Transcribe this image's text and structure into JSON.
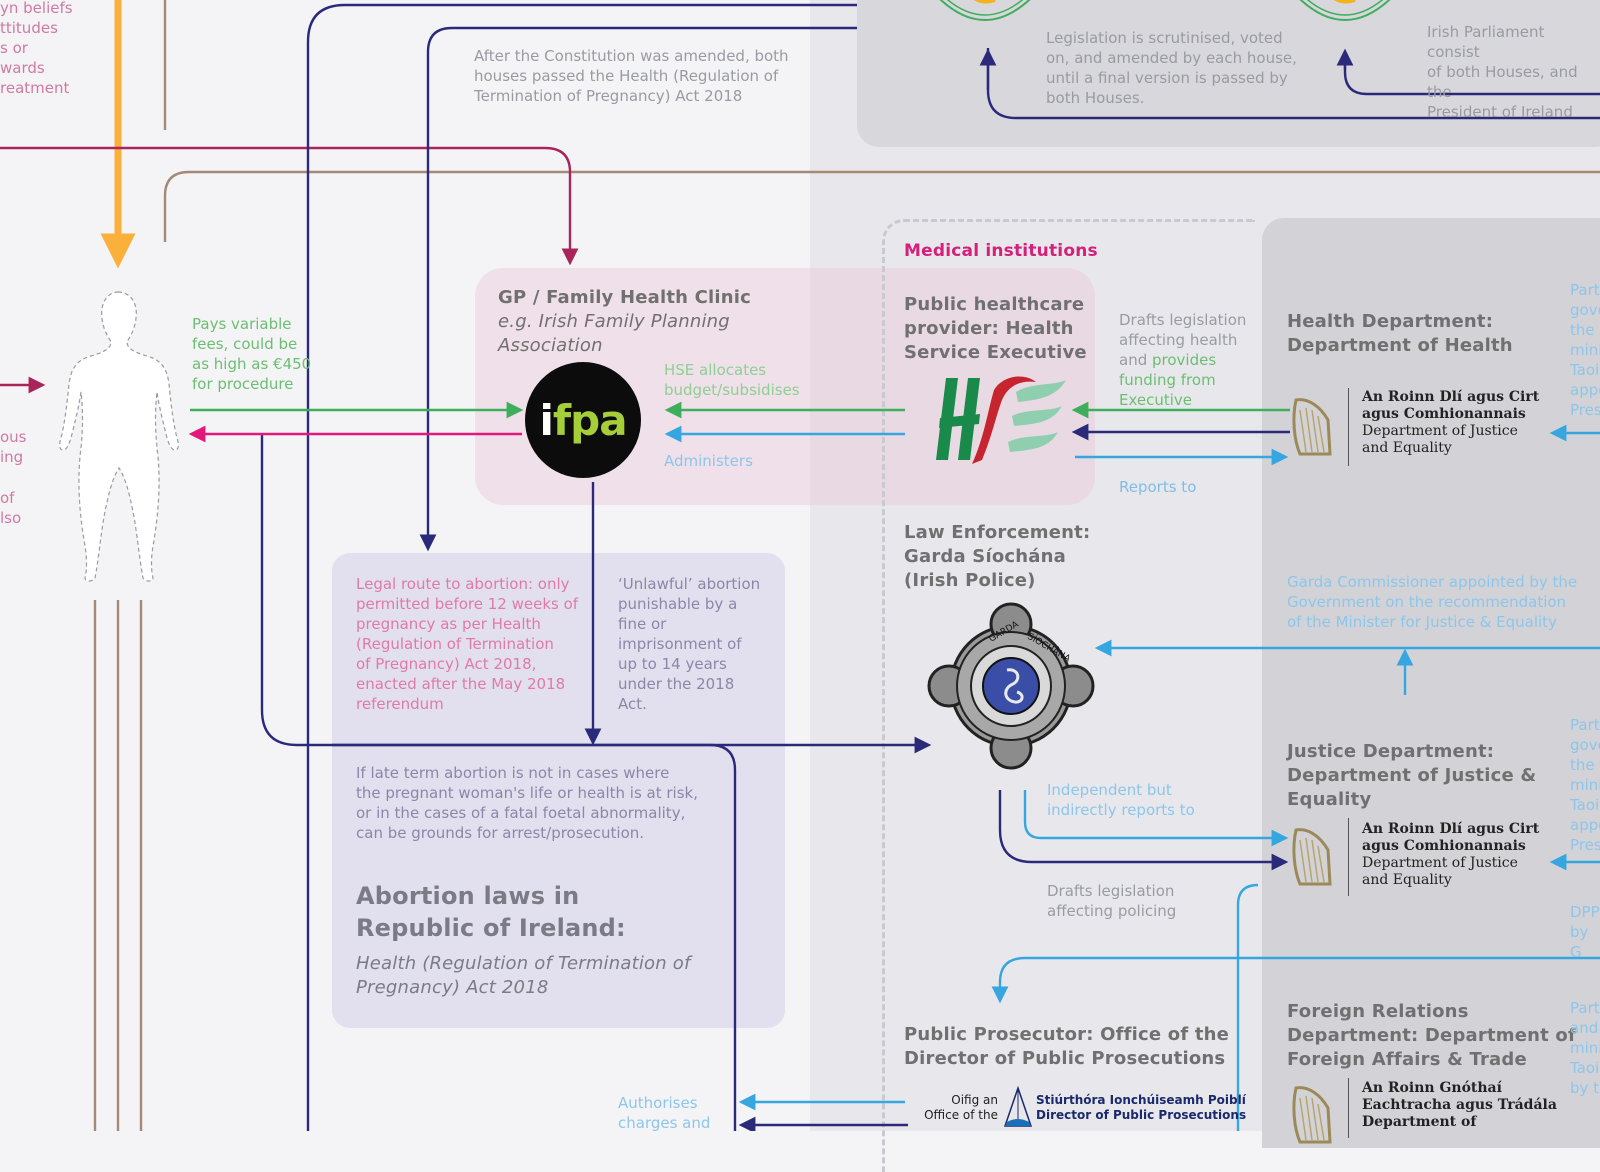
{
  "left_fragments": {
    "top": "yn beliefs\nttitudes\ns or\nwards\nreatment",
    "mid": "ous\ning",
    "low": "of\nlso"
  },
  "parliament": {
    "text1": "Legislation is scrutinised, voted\non, and amended by each house,\nuntil a final version is passed by\nboth Houses.",
    "text2": "Irish Parliament consist\nof both Houses, and the\nPresident of Ireland"
  },
  "constitution_note": "After the Constitution was amended, both\nhouses passed the Health (Regulation of\nTermination of Pregnancy) Act 2018",
  "patient": {
    "pays_label": "Pays variable\nfees, could be\nas high as €450\nfor procedure"
  },
  "clinic": {
    "title": "GP / Family Health Clinic",
    "subtitle": "e.g. Irish Family Planning\nAssociation",
    "logo_text_i": "i",
    "logo_text_rest": "fpa",
    "hse_allocates": "HSE allocates\nbudget/subsidises",
    "administers": "Administers"
  },
  "medical": {
    "section_label": "Medical institutions",
    "hse_title": "Public healthcare\nprovider: Health\nService Executive",
    "drafts_text_a": "Drafts legislation\naffecting health\nand ",
    "drafts_text_b": "provides\nfunding from\nExecutive",
    "reports_to": "Reports to"
  },
  "health_dept": {
    "title": "Health Department:\nDepartment of Health",
    "logo_irish": "An Roinn Dlí agus Cirt\nagus Comhionannais",
    "logo_english": "Department of Justice\nand Equality",
    "right_fragment": "Part\ngove\nthe\nmini\nTaoi\nappo\nPres"
  },
  "garda": {
    "title": "Law Enforcement:\nGarda Síochána\n(Irish Police)",
    "commissioner_note": "Garda Commissioner appointed by the\nGovernment on the recommendation\nof the Minister for Justice & Equality",
    "independent": "Independent but\nindirectly reports to",
    "drafts_policing": "Drafts legislation\naffecting policing",
    "badge_top": "GARDA",
    "badge_right": "SÍOCHÁNA"
  },
  "justice_dept": {
    "title": "Justice Department:\nDepartment of Justice &\nEquality",
    "logo_irish": "An Roinn Dlí agus Cirt\nagus Comhionannais",
    "logo_english": "Department of Justice\nand Equality",
    "right_fragment": "Part\ngove\nthe\nmini\nTaoi\nappo\nPres",
    "dpp_fragment": "DPP\nby G"
  },
  "abortion": {
    "legal_route": "Legal route to abortion: only\npermitted before 12 weeks of\npregnancy as per Health\n(Regulation of Termination\nof Pregnancy) Act 2018,\nenacted after the May 2018\nreferendum",
    "unlawful": "‘Unlawful’ abortion\npunishable by a\nfine or\nimprisonment of\nup to 14 years\nunder the 2018\nAct.",
    "late_term": "If late term abortion is not in cases where\nthe pregnant woman's life or health is at risk,\nor in the cases of a fatal foetal abnormality,\ncan be grounds for arrest/prosecution.",
    "title": "Abortion laws in\nRepublic of Ireland:",
    "act": "Health (Regulation of Termination of\nPregnancy) Act 2018"
  },
  "prosecutor": {
    "title": "Public Prosecutor: Office of the\nDirector of Public Prosecutions",
    "logo_left": "Oifig an\nOffice of the",
    "logo_right": "Stiúrthóra Ionchúiseamh Poiblí\nDirector of Public Prosecutions",
    "authorises": "Authorises\ncharges and"
  },
  "foreign_dept": {
    "title": "Foreign Relations\nDepartment: Department of\nForeign Affairs & Trade",
    "logo_text": "An Roinn Gnóthaí\nEachtracha agus Trádála\nDepartment of",
    "right_fragment": "Part\nand\nmini\nTaoi\nby t"
  },
  "colors": {
    "navy": "#2b2a7a",
    "green": "#3fae5c",
    "blue": "#35a6e0",
    "pink": "#e2187a",
    "maroon": "#a8245a",
    "tan": "#a48a76",
    "orange": "#fbb03b"
  }
}
